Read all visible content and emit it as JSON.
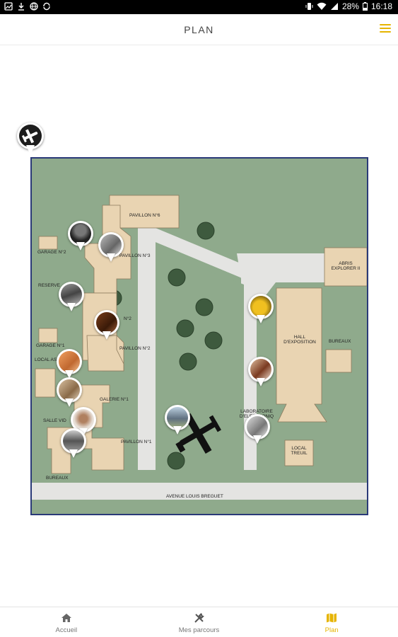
{
  "status_bar": {
    "battery": "28%",
    "time": "16:18"
  },
  "header": {
    "title": "PLAN"
  },
  "map": {
    "labels": {
      "pavillon6": "PAVILLON N°6",
      "pavillon3": "PAVILLON N°3",
      "garage2": "GARAGE N°2",
      "reserve": "RESERVE",
      "n2": "N°2",
      "garage1": "GARAGE N°1",
      "pavillon2": "PAVILLON N°2",
      "local_assoc": "LOCAL ASSOCIA",
      "galerie1": "GALERIE N°1",
      "salle_vid": "SALLE VID",
      "pavillon1": "PAVILLON N°1",
      "bureaux_left": "BUREAUX",
      "abris": "ABRIS EXPLORER II",
      "hall": "HALL D'EXPOSITION",
      "bureaux_right": "BUREAUX",
      "laboratoire": "LABORATOIRE D'ELECTRONIQ",
      "local_treuil": "LOCAL TREUIL",
      "avenue": "AVENUE LOUIS BREGUET"
    },
    "pins": [
      {
        "icon": "photo-portrait-icon"
      },
      {
        "icon": "photo-machine-icon"
      },
      {
        "icon": "photo-workshop-icon"
      },
      {
        "icon": "photo-interior-icon"
      },
      {
        "icon": "photo-orange-icon"
      },
      {
        "icon": "photo-tools-icon"
      },
      {
        "icon": "photo-person-icon"
      },
      {
        "icon": "photo-group-icon"
      },
      {
        "icon": "photo-aircraft-icon"
      },
      {
        "icon": "photo-yellow-icon"
      },
      {
        "icon": "photo-engine-icon"
      },
      {
        "icon": "photo-lab-icon"
      }
    ],
    "colors": {
      "grass": "#8faa8c",
      "road": "#e4e4e2",
      "building": "#e9d4b2",
      "border": "#2a3a78"
    }
  },
  "bottom_nav": {
    "items": [
      {
        "label": "Accueil",
        "icon": "home-icon",
        "active": false
      },
      {
        "label": "Mes parcours",
        "icon": "tools-icon",
        "active": false
      },
      {
        "label": "Plan",
        "icon": "map-icon",
        "active": true
      }
    ],
    "accent": "#e6b400"
  }
}
